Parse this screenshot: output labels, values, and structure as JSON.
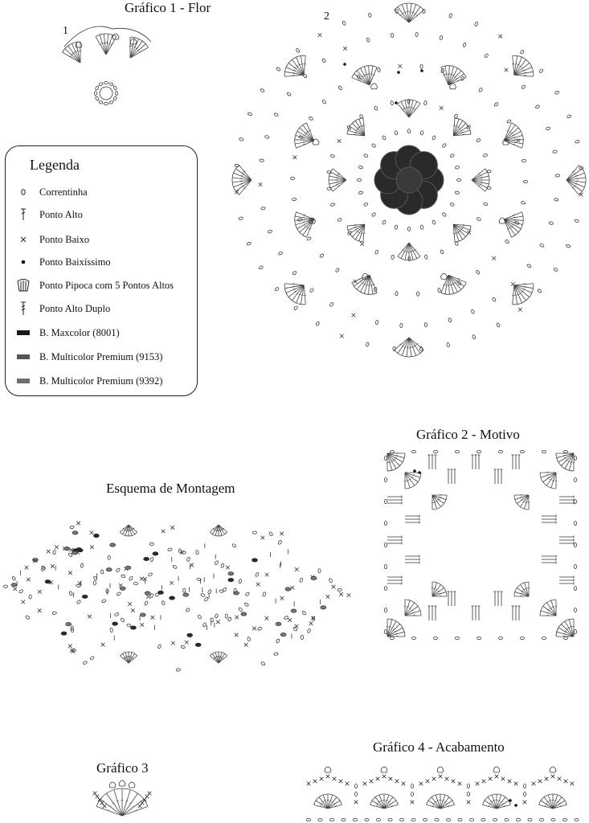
{
  "titles": {
    "chart1": "Gráfico 1 - Flor",
    "chart2": "Gráfico 2 - Motivo",
    "chart3": "Gráfico 3",
    "chart4": "Gráfico 4 - Acabamento",
    "montage": "Esquema de Montagem"
  },
  "step_labels": {
    "one": "1",
    "two": "2"
  },
  "legend": {
    "title": "Legenda",
    "items": [
      {
        "label": "Correntinha",
        "icon": "chain-oval-icon"
      },
      {
        "label": "Ponto Alto",
        "icon": "double-crochet-icon"
      },
      {
        "label": "Ponto Baixo",
        "icon": "single-crochet-x-icon"
      },
      {
        "label": "Ponto Baixíssimo",
        "icon": "slip-stitch-dot-icon"
      },
      {
        "label": "Ponto Pipoca com 5 Pontos Altos",
        "icon": "popcorn-stitch-icon"
      },
      {
        "label": "Ponto Alto Duplo",
        "icon": "treble-crochet-icon"
      },
      {
        "label": "B. Maxcolor (8001)",
        "icon": "color-swatch-icon",
        "color": "#1a1a1a"
      },
      {
        "label": "B. Multicolor Premium (9153)",
        "icon": "color-swatch-icon",
        "color": "#555555"
      },
      {
        "label": "B. Multicolor Premium (9392)",
        "icon": "color-swatch-icon",
        "color": "#6e6e6e"
      }
    ]
  }
}
